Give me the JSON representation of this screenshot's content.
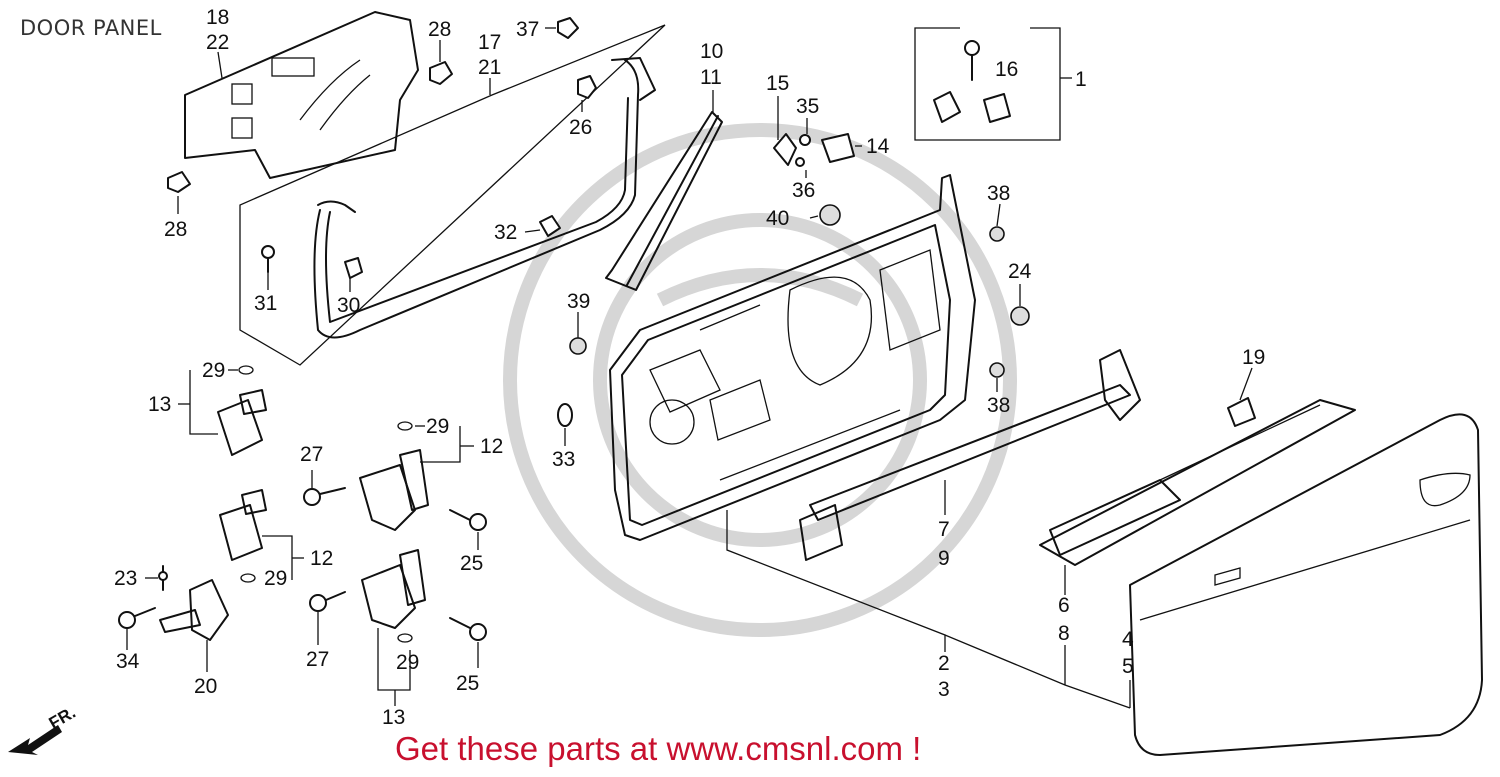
{
  "title": "DOOR PANEL",
  "footer": "Get these parts at www.cmsnl.com !",
  "direction_label": "FR.",
  "callouts": {
    "c1": "1",
    "c16": "16",
    "c18": "18",
    "c22": "22",
    "c28a": "28",
    "c28b": "28",
    "c17": "17",
    "c21": "21",
    "c37": "37",
    "c26": "26",
    "c10": "10",
    "c11": "11",
    "c15": "15",
    "c35": "35",
    "c14": "14",
    "c36": "36",
    "c40": "40",
    "c38a": "38",
    "c38b": "38",
    "c24": "24",
    "c32": "32",
    "c31": "31",
    "c30": "30",
    "c39": "39",
    "c33": "33",
    "c19": "19",
    "c13a": "13",
    "c29a": "29",
    "c29b": "29",
    "c12a": "12",
    "c27a": "27",
    "c25a": "25",
    "c12b": "12",
    "c29c": "29",
    "c23": "23",
    "c34": "34",
    "c20": "20",
    "c27b": "27",
    "c29d": "29",
    "c25b": "25",
    "c13b": "13",
    "c7": "7",
    "c9": "9",
    "c2": "2",
    "c3": "3",
    "c6": "6",
    "c8": "8",
    "c4": "4",
    "c5": "5"
  },
  "colors": {
    "footer_text": "#c8102e",
    "ink": "#111111",
    "watermark": "#d6d6d6"
  }
}
